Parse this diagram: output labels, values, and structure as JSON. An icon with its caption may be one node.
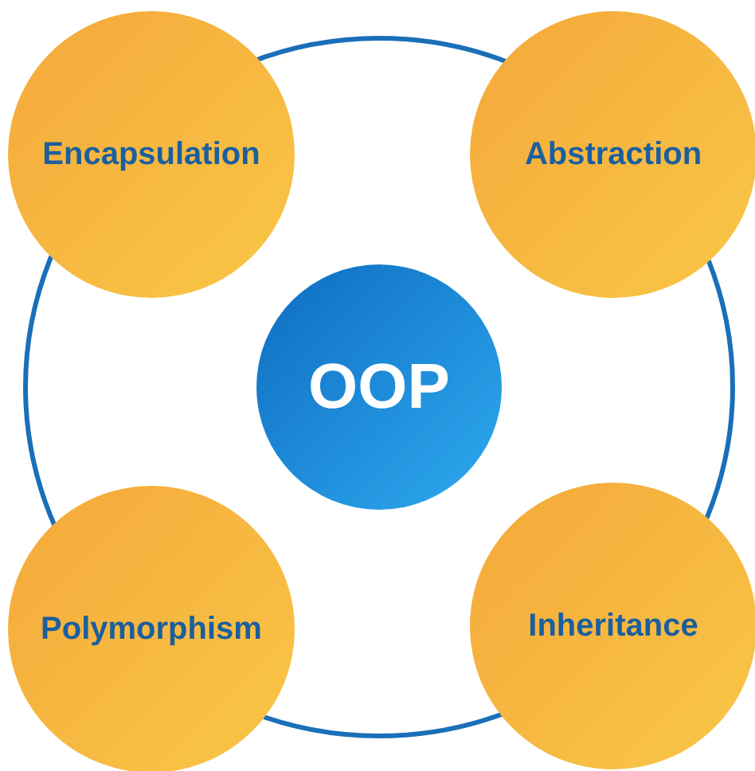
{
  "diagram": {
    "nodes": [
      {
        "text": [
          "Encapsulation"
        ]
      },
      {
        "text": [
          "Abstraction"
        ]
      },
      {
        "text": [
          "OOP"
        ]
      },
      {
        "text": [
          "Polymorphism"
        ]
      },
      {
        "text": [
          "Inheritance"
        ]
      }
    ]
  }
}
